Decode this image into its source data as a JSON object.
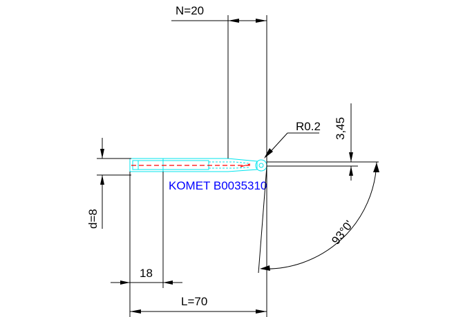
{
  "drawing": {
    "dimensions": {
      "n_label": "N=20",
      "r_label": "R0.2",
      "offset_label": "3,45",
      "d_label": "d=8",
      "eighteen_label": "18",
      "l_label": "L=70",
      "angle_label": "93°0'"
    },
    "tool_name": "KOMET B0035310",
    "colors": {
      "dimension_lines": "#000000",
      "tool_outline": "#00e5ee",
      "center_dash": "#ff0000",
      "tool_name_text": "#0000ff",
      "background": "#ffffff"
    }
  }
}
